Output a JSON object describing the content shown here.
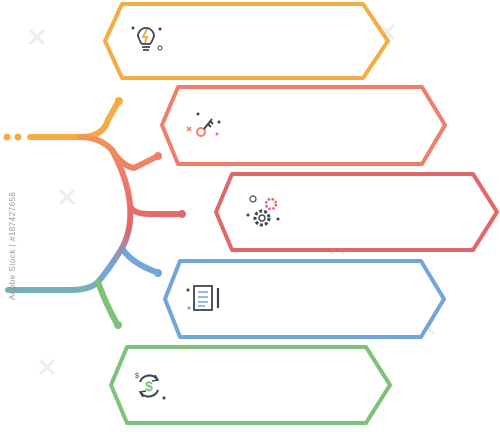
{
  "colors": {
    "orange": "#F5AC42",
    "salmon": "#EF7F6A",
    "red": "#E2676A",
    "blue": "#6FA6DC",
    "green": "#7CC279",
    "icon_dark": "#3E4651",
    "watermark": "#E6E6E6"
  },
  "boxes": [
    {
      "name": "box-idea",
      "color": "orange",
      "icon": "lightbulb-icon"
    },
    {
      "name": "box-key",
      "color": "salmon",
      "icon": "key-icon"
    },
    {
      "name": "box-settings",
      "color": "red",
      "icon": "gears-icon"
    },
    {
      "name": "box-document",
      "color": "blue",
      "icon": "document-icon"
    },
    {
      "name": "box-money",
      "color": "green",
      "icon": "dollar-cycle-icon"
    }
  ],
  "stock_id": "Adobe Stock | #187427656"
}
